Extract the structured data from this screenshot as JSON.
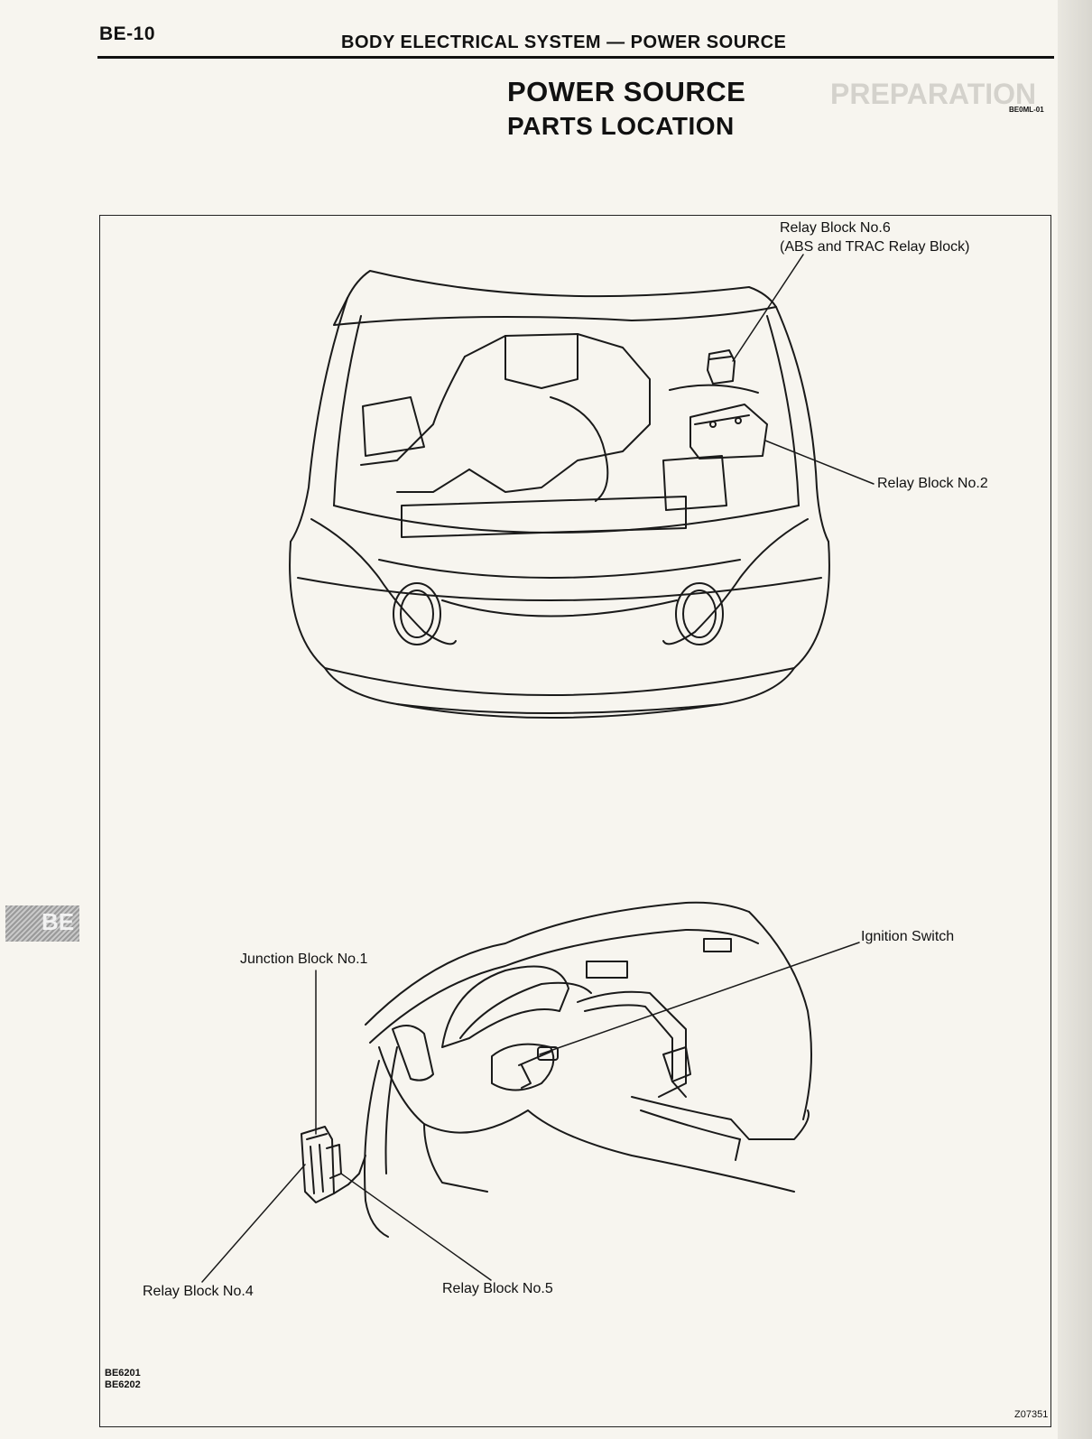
{
  "header": {
    "page_number": "BE-10",
    "running_title": "BODY ELECTRICAL SYSTEM — POWER SOURCE"
  },
  "section": {
    "title": "POWER SOURCE",
    "subtitle": "PARTS LOCATION",
    "doc_code": "BE0ML-01"
  },
  "callouts": {
    "relay_block_6_line1": "Relay Block No.6",
    "relay_block_6_line2": "(ABS and TRAC Relay Block)",
    "relay_block_2": "Relay Block No.2",
    "ignition_switch": "Ignition Switch",
    "junction_block_1": "Junction Block No.1",
    "relay_block_4": "Relay Block No.4",
    "relay_block_5": "Relay Block No.5"
  },
  "figure_codes": {
    "left_line1": "BE6201",
    "left_line2": "BE6202",
    "right": "Z07351"
  },
  "side_tab": {
    "label": "BE"
  }
}
